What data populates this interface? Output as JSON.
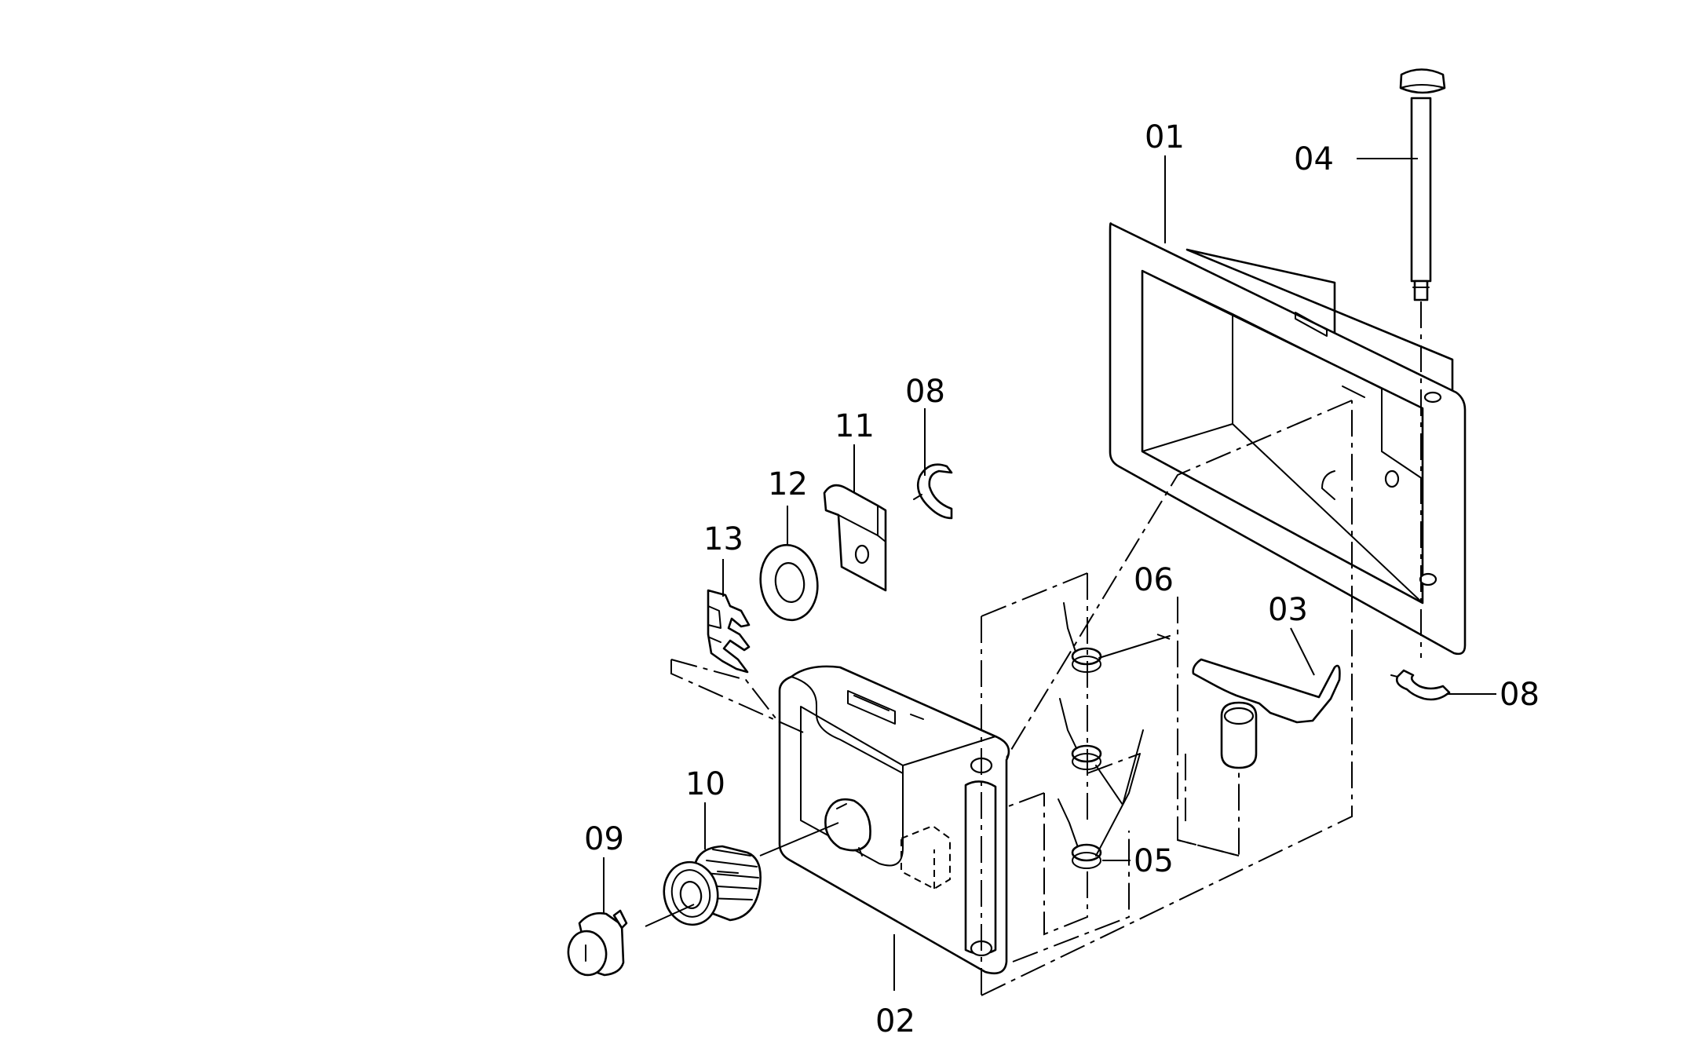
{
  "diagram": {
    "callouts": [
      {
        "id": "c01",
        "text": "01"
      },
      {
        "id": "c02",
        "text": "02"
      },
      {
        "id": "c03",
        "text": "03"
      },
      {
        "id": "c04",
        "text": "04"
      },
      {
        "id": "c05",
        "text": "05"
      },
      {
        "id": "c06",
        "text": "06"
      },
      {
        "id": "c08a",
        "text": "08"
      },
      {
        "id": "c08b",
        "text": "08"
      },
      {
        "id": "c09",
        "text": "09"
      },
      {
        "id": "c10",
        "text": "10"
      },
      {
        "id": "c11",
        "text": "11"
      },
      {
        "id": "c12",
        "text": "12"
      },
      {
        "id": "c13",
        "text": "13"
      }
    ]
  }
}
